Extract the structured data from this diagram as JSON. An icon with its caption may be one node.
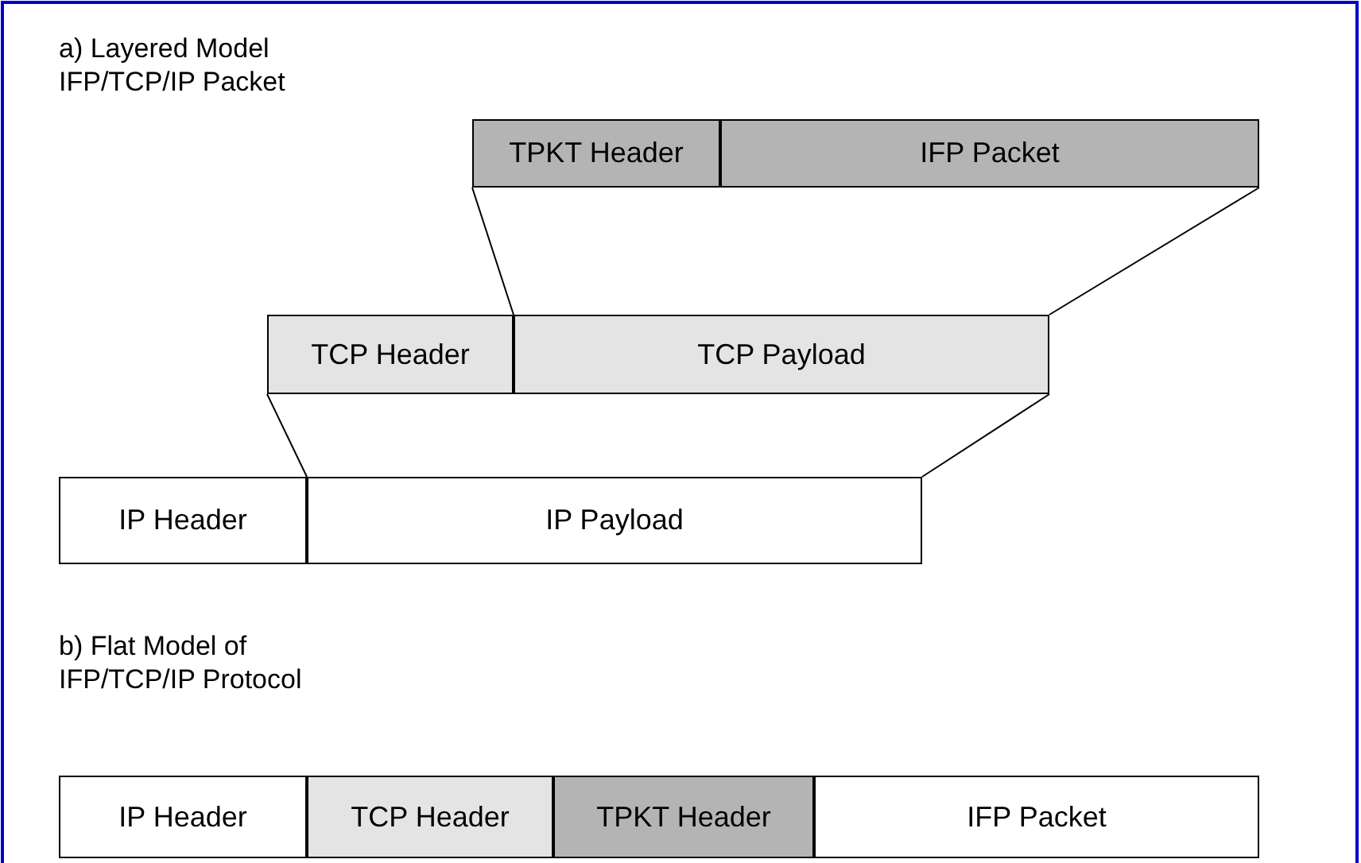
{
  "diagram": {
    "nodes": [
      {
        "text": [
          "TPKT Header"
        ]
      },
      {
        "text": [
          "IFP Packet"
        ]
      },
      {
        "text": [
          "TCP Header"
        ]
      },
      {
        "text": [
          "TCP Payload"
        ]
      },
      {
        "text": [
          "IP Header"
        ]
      },
      {
        "text": [
          "IP Payload"
        ]
      },
      {
        "text": [
          "IP Header"
        ]
      },
      {
        "text": [
          "TCP Header"
        ]
      },
      {
        "text": [
          "TPKT Header"
        ]
      },
      {
        "text": [
          "IFP Packet"
        ]
      }
    ],
    "edges": [
      {
        "from": 0,
        "to": 3,
        "arrow": "none"
      },
      {
        "from": 1,
        "to": 3,
        "arrow": "none"
      },
      {
        "from": 2,
        "to": 5,
        "arrow": "none"
      },
      {
        "from": 3,
        "to": 5,
        "arrow": "none"
      }
    ],
    "labels": [
      "a) Layered Model IFP/TCP/IP Packet",
      "b) Flat Model of IFP/TCP/IP Protocol"
    ]
  }
}
